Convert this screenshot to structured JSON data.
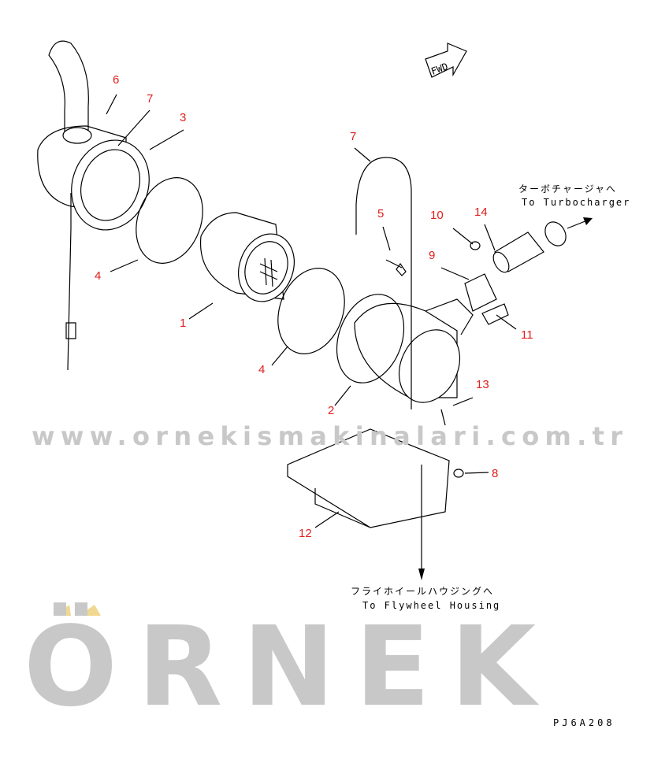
{
  "diagram": {
    "title": "Air cleaner assembly parts diagram",
    "callouts": [
      "6",
      "7",
      "3",
      "4",
      "1",
      "7",
      "5",
      "10",
      "14",
      "9",
      "11",
      "4",
      "2",
      "13",
      "8",
      "12"
    ],
    "fwd_label": "FWD",
    "turbo_note_jp": "ターボチャージャへ",
    "turbo_note_en": "To Turbocharger",
    "flywheel_note_jp": "フライホイールハウジングへ",
    "flywheel_note_en": "To Flywheel Housing",
    "drawing_code": "PJ6A208"
  },
  "watermark": {
    "brand": "ÖRNEK",
    "url": "www.ornekismakinalari.com.tr",
    "color": "#c8c8c8",
    "accent": "#f0d890"
  },
  "colors": {
    "callout": "#e0201c",
    "line": "#000000"
  }
}
